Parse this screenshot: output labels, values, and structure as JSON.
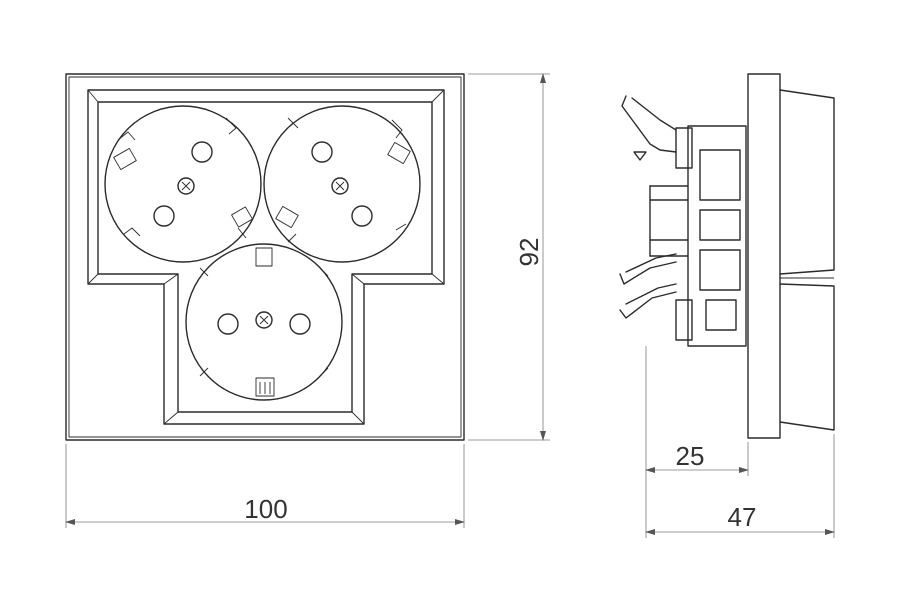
{
  "dimensions": {
    "width": "100",
    "height": "92",
    "mounting_depth": "25",
    "total_depth": "47"
  }
}
